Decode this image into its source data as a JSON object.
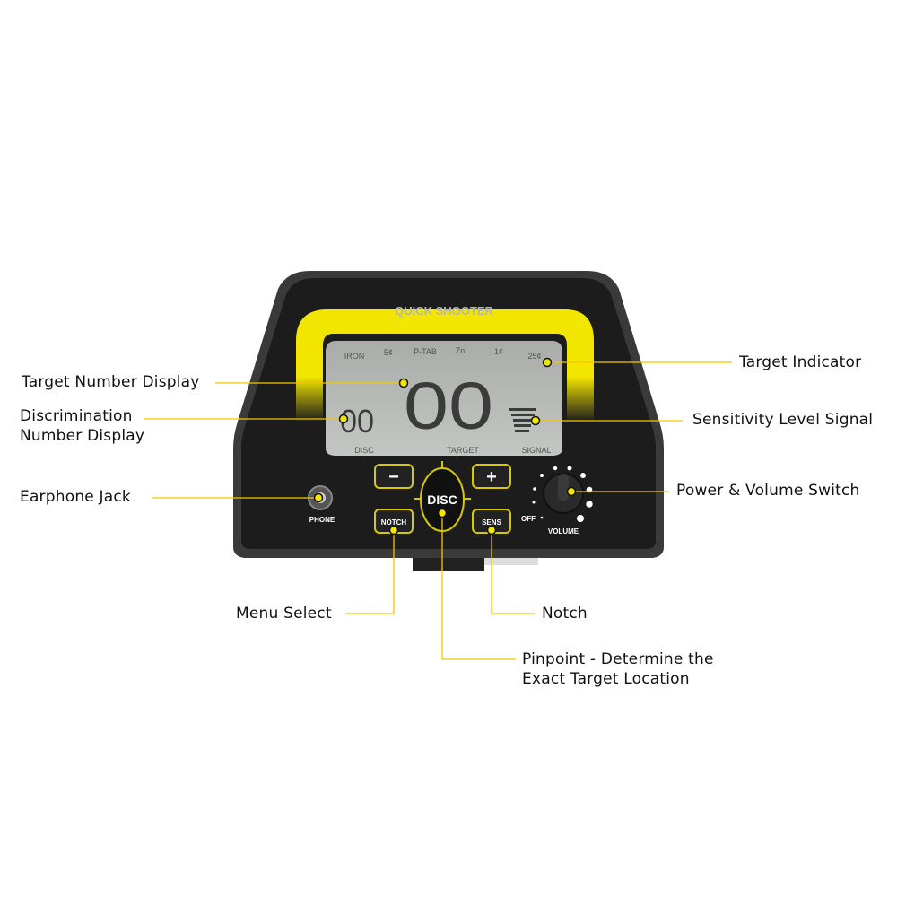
{
  "device": {
    "brand": "QUICK SHOOTER",
    "lcd": {
      "target_scale": [
        "IRON",
        "5¢",
        "P-TAB",
        "Zn",
        "1¢",
        "25¢"
      ],
      "target_digits": "00",
      "disc_digits": "00",
      "disc_label": "DISC",
      "target_label": "TARGET",
      "signal_label": "SIGNAL"
    },
    "buttons": {
      "minus": "−",
      "plus": "+",
      "disc": "DISC",
      "notch": "NOTCH",
      "sens": "SENS"
    },
    "phone_label": "PHONE",
    "off_label": "OFF",
    "volume_label": "VOLUME"
  },
  "callouts": {
    "target_number_display": "Target Number Display",
    "discrimination_line1": "Discrimination",
    "discrimination_line2": "Number Display",
    "earphone_jack": "Earphone Jack",
    "target_indicator": "Target Indicator",
    "sensitivity_level_signal": "Sensitivity Level Signal",
    "power_volume_switch": "Power & Volume Switch",
    "menu_select": "Menu Select",
    "notch": "Notch",
    "pinpoint_line1": "Pinpoint - Determine the",
    "pinpoint_line2": "Exact Target Location"
  },
  "colors": {
    "accent_yellow": "#f2e500",
    "body": "#1c1c1c",
    "lcd": "#b9bcb8"
  }
}
